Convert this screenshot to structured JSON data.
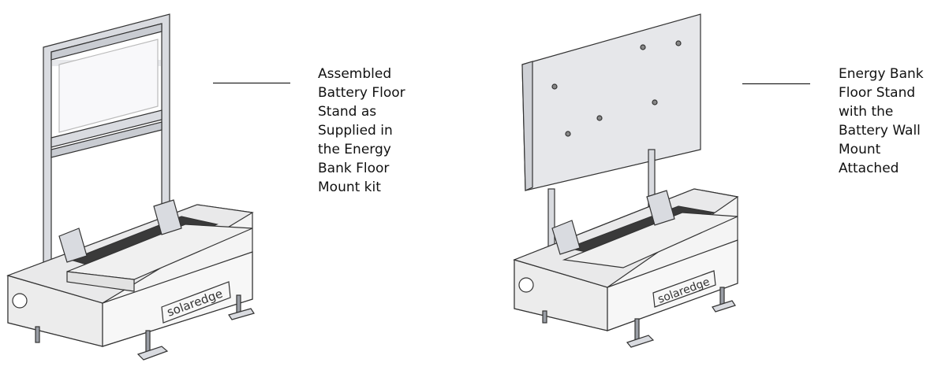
{
  "captions": {
    "left": [
      "Assembled",
      "Battery Floor",
      "Stand as",
      "Supplied in",
      "the Energy",
      "Bank Floor",
      "Mount kit"
    ],
    "right": [
      "Energy Bank",
      "Floor Stand",
      "with the",
      "Battery Wall",
      "Mount",
      "Attached"
    ]
  },
  "logos": {
    "left": "solaredge",
    "right": "solaredge"
  },
  "colors": {
    "line": "#333333",
    "metal": "#d9dbe0",
    "metal_dark": "#9a9ea6",
    "tray_dark": "#3a3a3a",
    "base_face": "#f4f4f4"
  }
}
